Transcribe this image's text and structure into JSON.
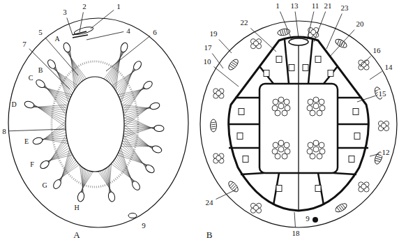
{
  "diagram": {
    "labels": [
      "1",
      "2",
      "3",
      "4",
      "A",
      "5",
      "6",
      "7",
      "B",
      "C",
      "D",
      "8",
      "E",
      "F",
      "G",
      "H",
      "9",
      "A",
      "1",
      "13",
      "11",
      "21",
      "23",
      "22",
      "20",
      "19",
      "17",
      "16",
      "10",
      "14",
      "15",
      "12",
      "24",
      "18",
      "9",
      "B"
    ]
  }
}
